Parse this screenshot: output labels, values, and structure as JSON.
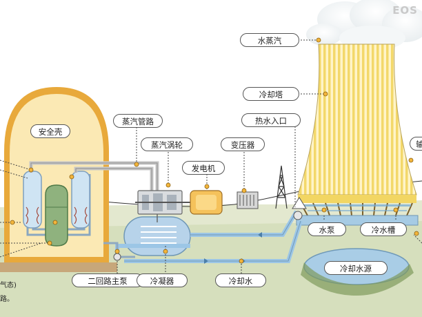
{
  "logo": "EOS",
  "labels": {
    "containment": "安全壳",
    "steam_pipe": "蒸汽管路",
    "turbine": "蒸汽涡轮",
    "generator": "发电机",
    "transformer": "变压器",
    "steam_vapor": "水蒸汽",
    "cooling_tower": "冷却塔",
    "hot_water_inlet": "热水入口",
    "transmission_cut": "输",
    "water_pump": "水泵",
    "cooling_basin": "冷水槽",
    "cooling_source": "冷却水源",
    "secondary_pump": "二回路主泵",
    "condenser": "冷凝器",
    "cooling_water": "冷却水"
  },
  "edge_text": {
    "left_line1": "气态)",
    "left_line2": "路。"
  },
  "colors": {
    "pipe_blue": "#9cc6e6",
    "containment_fill": "#fbe9b4",
    "containment_rim": "#e8a93b",
    "tower_stripe_a": "#f4dc6c",
    "tower_stripe_b": "#fff4c2",
    "pipe_gray": "#c8c8c8",
    "ground": "#d4ddba",
    "water": "#a6cbe4"
  }
}
